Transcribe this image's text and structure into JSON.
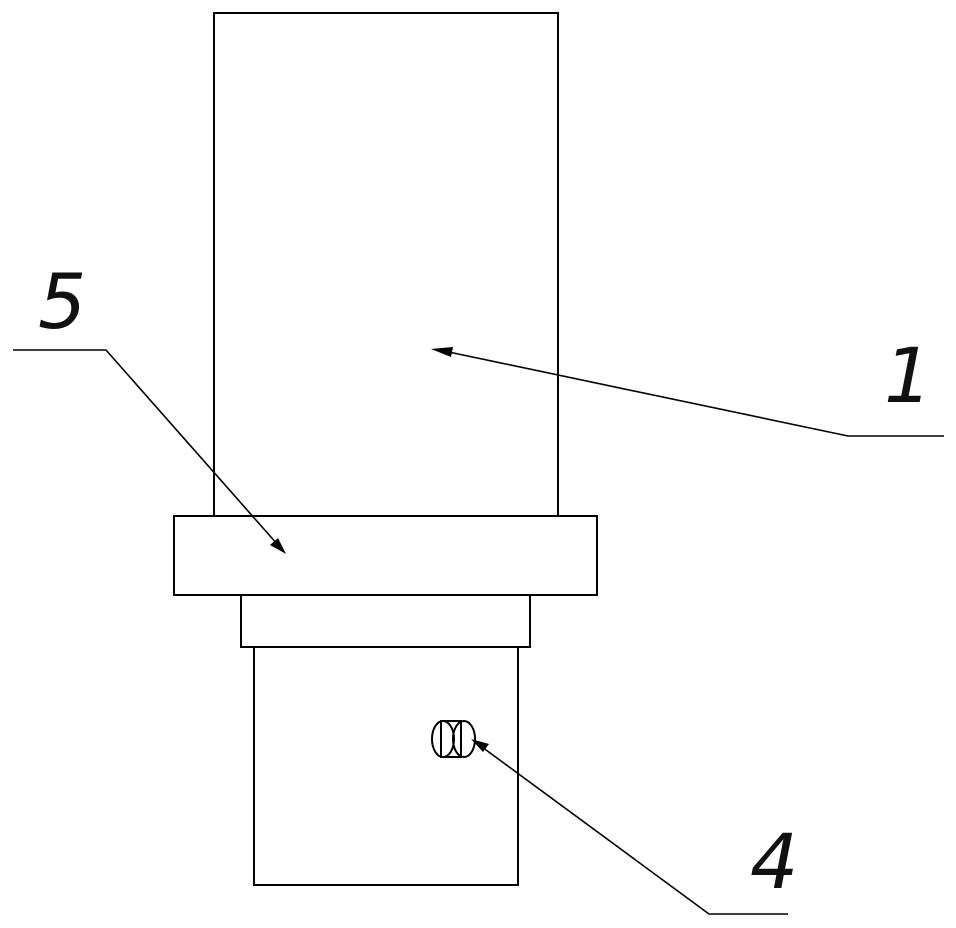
{
  "labels": {
    "part_1": "1",
    "part_4": "4",
    "part_5": "5"
  },
  "colors": {
    "line": "#000000",
    "background": "#ffffff"
  }
}
